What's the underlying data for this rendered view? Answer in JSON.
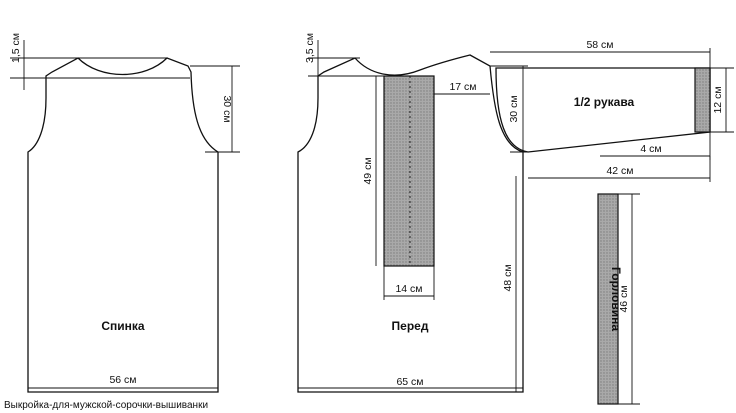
{
  "pieces": {
    "back": "Спинка",
    "front": "Перед",
    "half_sleeve": "1/2 рукава",
    "collar": "Горловина"
  },
  "dimensions": {
    "back_neck_depth": "1,5 см",
    "back_armhole": "30 см",
    "back_width": "56 см",
    "front_neck_depth": "3,5 см",
    "front_placket_offset": "17 см",
    "front_armhole": "30 см",
    "placket_height": "49 см",
    "placket_width": "14 см",
    "front_length": "48 см",
    "front_width": "65 см",
    "sleeve_length": "58 см",
    "sleeve_cuff": "12 см",
    "sleeve_taper": "4 см",
    "sleeve_bottom": "42 см",
    "collar_length": "46 см"
  },
  "caption": "Выкройка-для-мужской-сорочки-вышиванки"
}
